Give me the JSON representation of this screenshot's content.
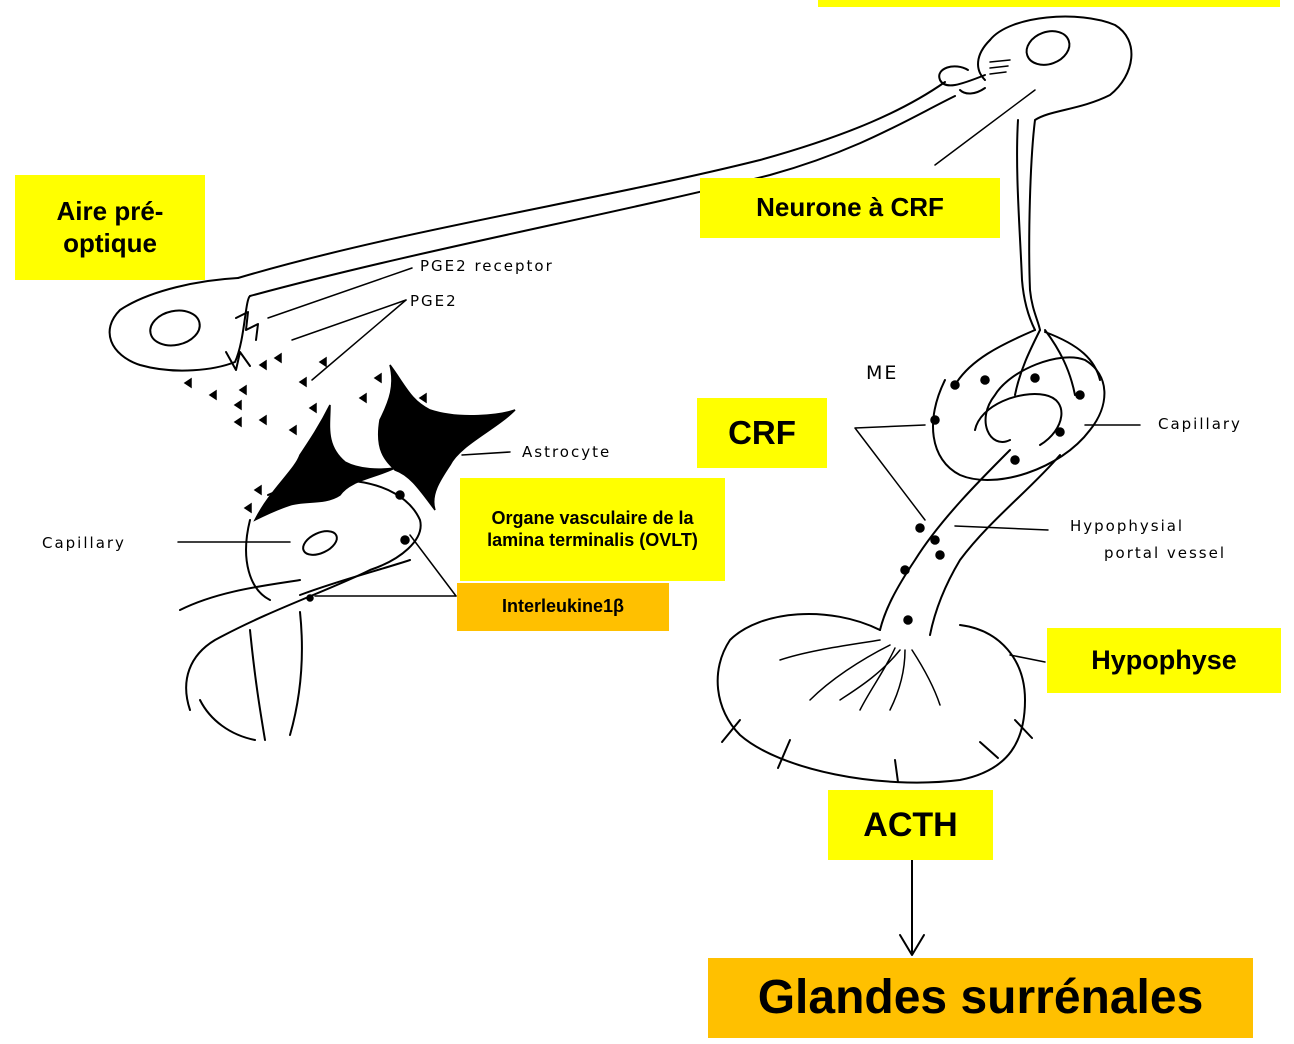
{
  "colors": {
    "yellow": "#ffff00",
    "orange": "#ffc000",
    "ink": "#000000"
  },
  "labels": {
    "aire_preoptique": "Aire pré-optique",
    "neurone_crf": "Neurone à CRF",
    "crf": "CRF",
    "organe_vasculaire": "Organe vasculaire de la lamina terminalis (OVLT)",
    "interleukine": "Interleukine1β",
    "hypophyse": "Hypophyse",
    "acth": "ACTH",
    "glandes": "Glandes surrénales"
  },
  "figure_labels": {
    "pge2_receptor": "PGE2 receptor",
    "pge2": "PGE2",
    "astrocyte": "Astrocyte",
    "capillary_left": "Capillary",
    "capillary_right": "Capillary",
    "me": "ME",
    "hypophysial": "Hypophysial",
    "portal_vessel": "portal vessel"
  }
}
